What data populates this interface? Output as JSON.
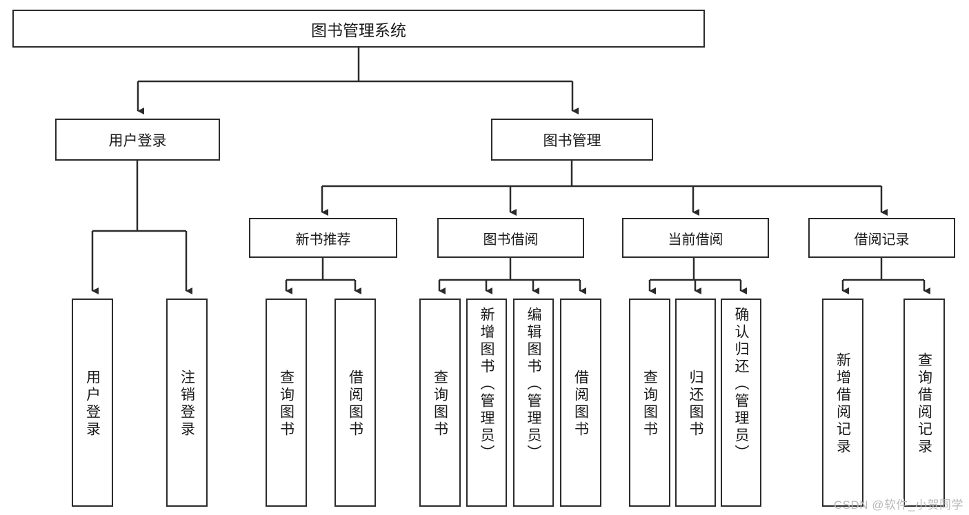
{
  "diagram": {
    "type": "tree",
    "title": "图书管理系统",
    "watermark": "CSDN @软件_小贺同学",
    "colors": {
      "box_border": "#2b2b2b",
      "box_fill": "#ffffff",
      "connector": "#2b2b2b",
      "text": "#1a1a1a",
      "watermark": "#b8b8b8"
    },
    "root": {
      "label": "图书管理系统"
    },
    "level1": [
      {
        "label": "用户登录"
      },
      {
        "label": "图书管理"
      }
    ],
    "level2": [
      {
        "label": "新书推荐"
      },
      {
        "label": "图书借阅"
      },
      {
        "label": "当前借阅"
      },
      {
        "label": "借阅记录"
      }
    ],
    "leaves": {
      "user_login": [
        {
          "label": "用户登录"
        },
        {
          "label": "注销登录"
        }
      ],
      "new_book": [
        {
          "label": "查询图书"
        },
        {
          "label": "借阅图书"
        }
      ],
      "book_borrow": [
        {
          "label": "查询图书"
        },
        {
          "label": "新增图书（管理员）"
        },
        {
          "label": "编辑图书（管理员）"
        },
        {
          "label": "借阅图书"
        }
      ],
      "current_borrow": [
        {
          "label": "查询图书"
        },
        {
          "label": "归还图书"
        },
        {
          "label": "确认归还（管理员）"
        }
      ],
      "borrow_record": [
        {
          "label": "新增借阅记录"
        },
        {
          "label": "查询借阅记录"
        }
      ]
    }
  }
}
